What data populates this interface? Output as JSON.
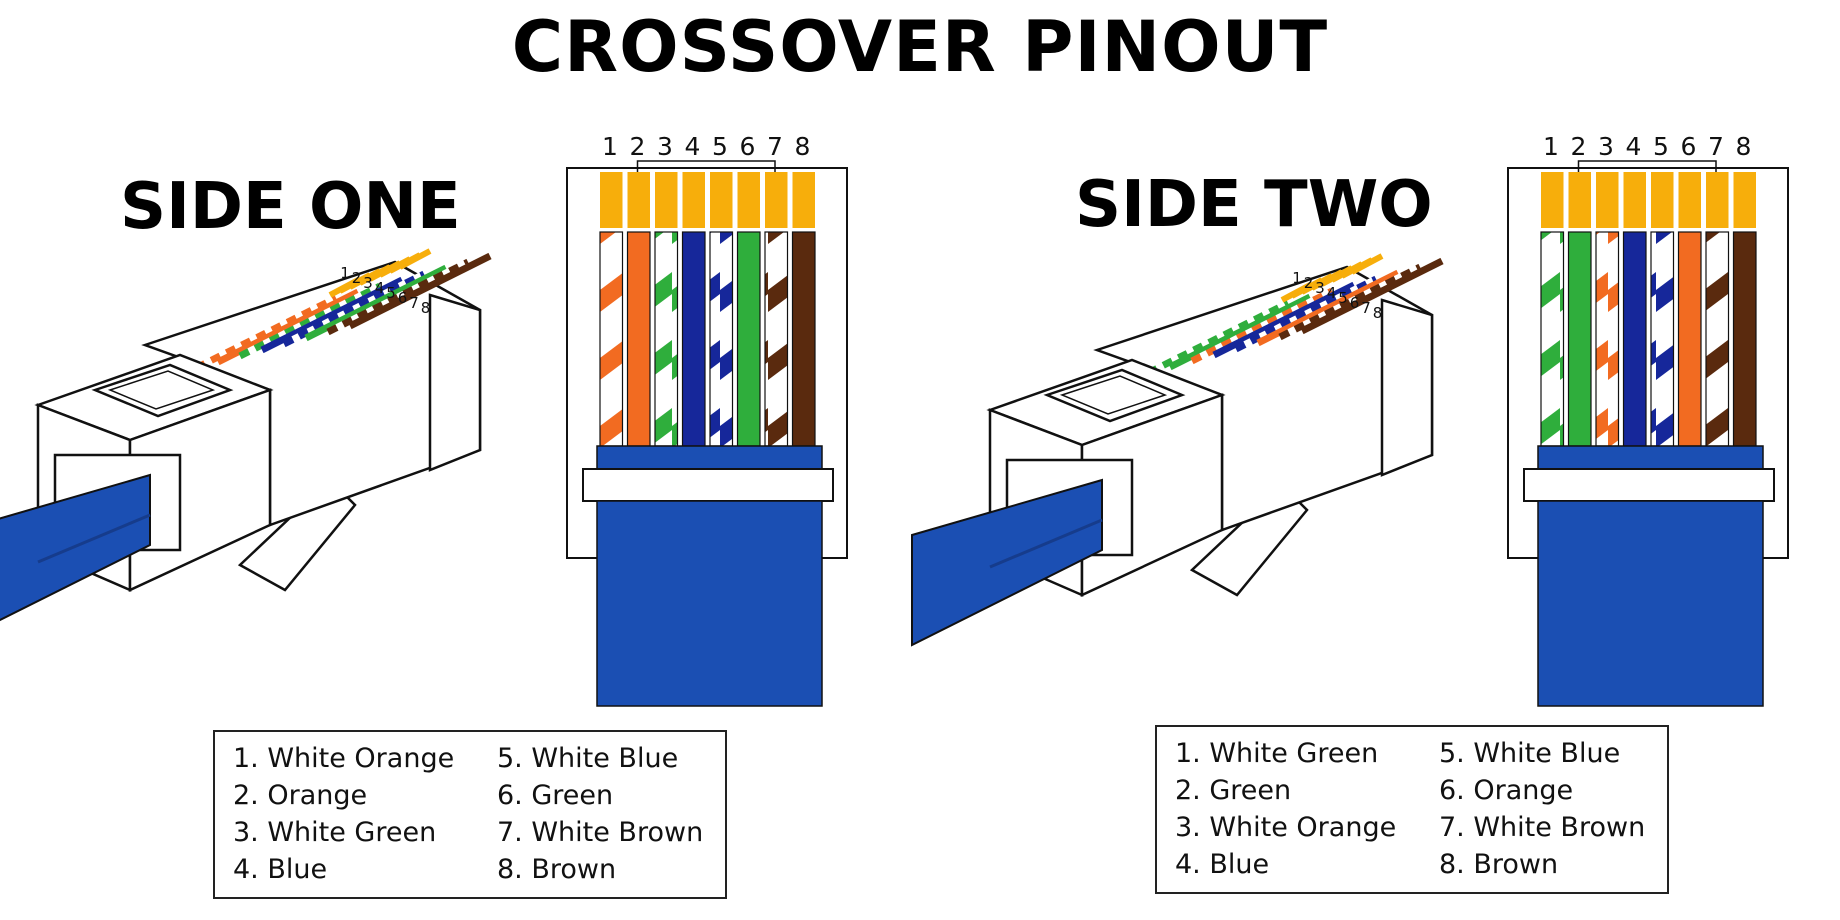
{
  "title": "CROSSOVER PINOUT",
  "colors": {
    "orange": "#F26B21",
    "green": "#2FAE3C",
    "blue": "#16279A",
    "brown": "#5A2A0E",
    "white": "#FFFFFF",
    "pin_gold": "#F7AE0B",
    "cable_blue": "#1B4FB3",
    "cable_dark_blue": "#163C8C",
    "outline": "#111111"
  },
  "pin_numbers": [
    "1",
    "2",
    "3",
    "4",
    "5",
    "6",
    "7",
    "8"
  ],
  "sides": [
    {
      "label": "SIDE ONE",
      "wires": [
        "white-orange",
        "orange",
        "white-green",
        "blue",
        "white-blue",
        "green",
        "white-brown",
        "brown"
      ],
      "legend": [
        "1. White Orange",
        "2. Orange",
        "3. White Green",
        "4. Blue",
        "5. White Blue",
        "6. Green",
        "7. White Brown",
        "8. Brown"
      ]
    },
    {
      "label": "SIDE TWO",
      "wires": [
        "white-green",
        "green",
        "white-orange",
        "blue",
        "white-blue",
        "orange",
        "white-brown",
        "brown"
      ],
      "legend": [
        "1. White Green",
        "2. Green",
        "3. White Orange",
        "4. Blue",
        "5. White Blue",
        "6. Orange",
        "7. White Brown",
        "8. Brown"
      ]
    }
  ]
}
